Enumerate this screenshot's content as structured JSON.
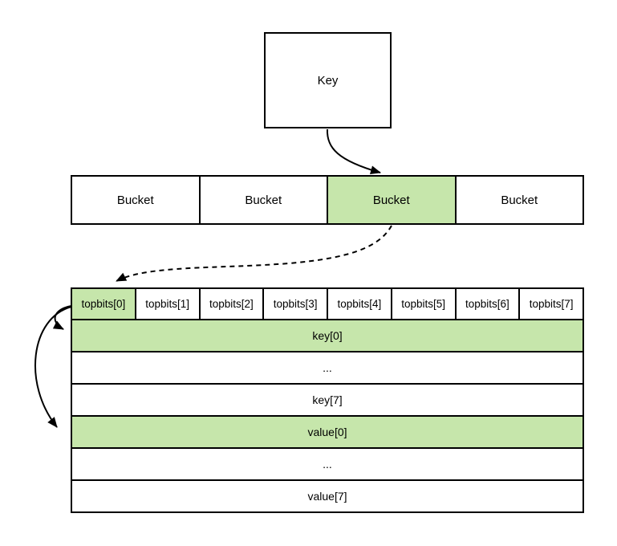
{
  "colors": {
    "highlight_green": "#c6e6ab",
    "line": "#000000",
    "background": "#ffffff"
  },
  "key_box": {
    "label": "Key"
  },
  "bucket_array": {
    "cells": [
      {
        "label": "Bucket",
        "highlighted": false
      },
      {
        "label": "Bucket",
        "highlighted": false
      },
      {
        "label": "Bucket",
        "highlighted": true
      },
      {
        "label": "Bucket",
        "highlighted": false
      }
    ]
  },
  "slot_table": {
    "topbits": [
      {
        "label": "topbits[0]",
        "highlighted": true
      },
      {
        "label": "topbits[1]",
        "highlighted": false
      },
      {
        "label": "topbits[2]",
        "highlighted": false
      },
      {
        "label": "topbits[3]",
        "highlighted": false
      },
      {
        "label": "topbits[4]",
        "highlighted": false
      },
      {
        "label": "topbits[5]",
        "highlighted": false
      },
      {
        "label": "topbits[6]",
        "highlighted": false
      },
      {
        "label": "topbits[7]",
        "highlighted": false
      }
    ],
    "rows": [
      {
        "label": "key[0]",
        "highlighted": true
      },
      {
        "label": "...",
        "highlighted": false
      },
      {
        "label": "key[7]",
        "highlighted": false
      },
      {
        "label": "value[0]",
        "highlighted": true
      },
      {
        "label": "...",
        "highlighted": false
      },
      {
        "label": "value[7]",
        "highlighted": false
      }
    ]
  },
  "arrows": [
    {
      "name": "key-to-bucket",
      "style": "solid"
    },
    {
      "name": "bucket-to-slot-table",
      "style": "dashed"
    },
    {
      "name": "topbits0-to-key0",
      "style": "solid"
    },
    {
      "name": "topbits0-to-value0",
      "style": "solid"
    }
  ]
}
